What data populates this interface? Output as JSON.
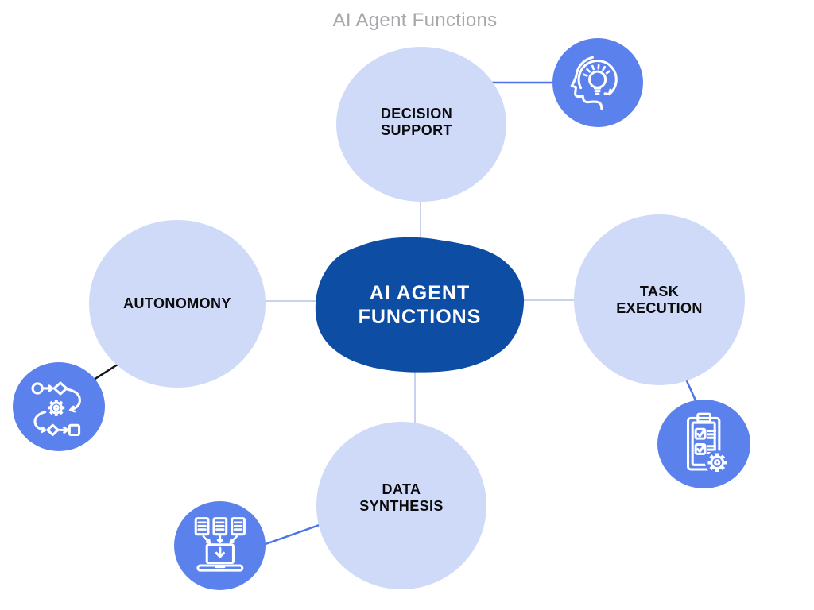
{
  "title": "AI Agent Functions",
  "center": {
    "label": "AI AGENT\nFUNCTIONS"
  },
  "nodes": [
    {
      "id": "decision-support",
      "label": "DECISION\nSUPPORT",
      "icon": "head-lightbulb-arrow-icon"
    },
    {
      "id": "task-execution",
      "label": "TASK\nEXECUTION",
      "icon": "clipboard-checklist-gear-icon"
    },
    {
      "id": "autonomomy",
      "label": "AUTONOMONY",
      "icon": "process-flow-gear-icon"
    },
    {
      "id": "data-synthesis",
      "label": "DATA\nSYNTHESIS",
      "icon": "documents-download-laptop-icon"
    }
  ],
  "colors": {
    "background": "#FFFFFF",
    "title_text": "#A7A7AC",
    "center_blob": "#0D4DA3",
    "center_text": "#FFFFFF",
    "node_fill": "#CEDAF8",
    "node_text": "#0B0B0B",
    "icon_bubble": "#5B81ED",
    "icon_stroke": "#FFFFFF",
    "connector_light": "#C7D2F1",
    "connector_blue": "#4A74E8",
    "connector_black": "#161616"
  },
  "connectors": [
    {
      "from": "center",
      "to": "decision-support",
      "color": "light"
    },
    {
      "from": "center",
      "to": "task-execution",
      "color": "light"
    },
    {
      "from": "center",
      "to": "autonomomy",
      "color": "light"
    },
    {
      "from": "center",
      "to": "data-synthesis",
      "color": "light"
    },
    {
      "from": "decision-support",
      "to": "head-lightbulb-arrow-icon",
      "color": "blue"
    },
    {
      "from": "task-execution",
      "to": "clipboard-checklist-gear-icon",
      "color": "blue"
    },
    {
      "from": "data-synthesis",
      "to": "documents-download-laptop-icon",
      "color": "blue"
    },
    {
      "from": "autonomomy",
      "to": "process-flow-gear-icon",
      "color": "black"
    }
  ]
}
